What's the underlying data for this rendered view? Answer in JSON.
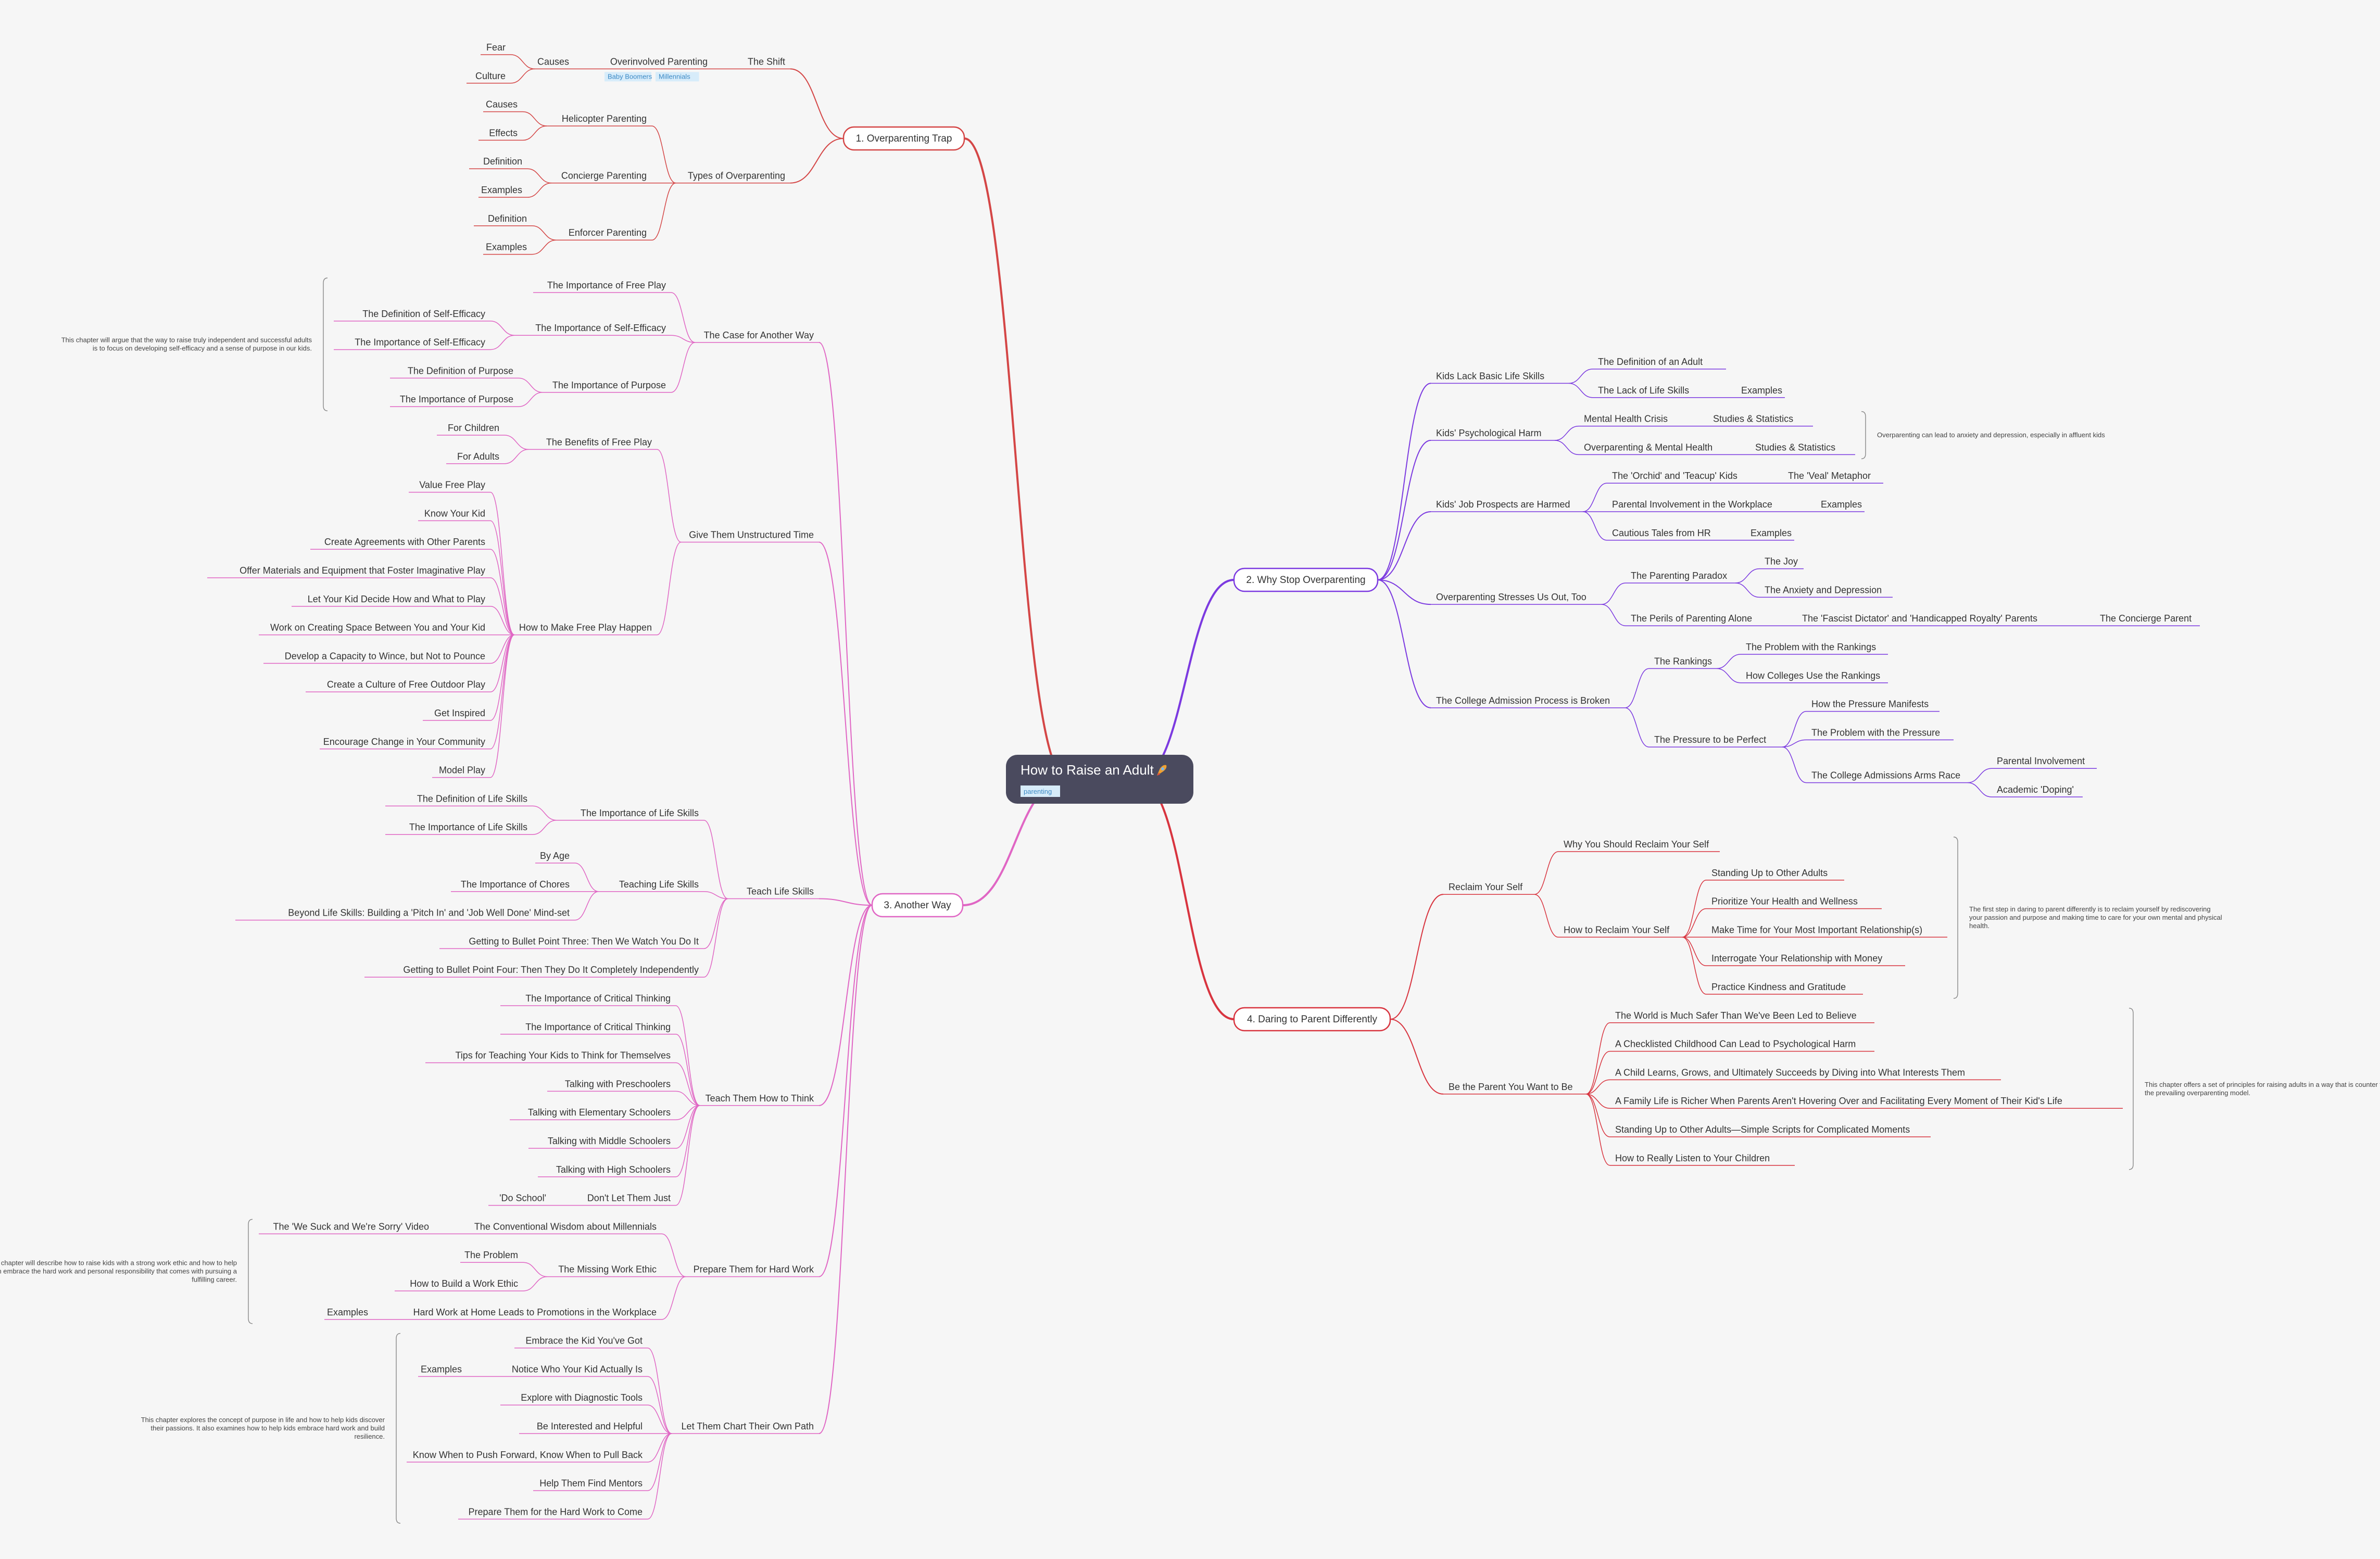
{
  "root": {
    "title": "How to Raise an Adult",
    "icon": "rocket-icon",
    "tag": "parenting"
  },
  "colors": {
    "background": "#f6f6f6",
    "root": "#4a4a5e",
    "branch1": "#d44646",
    "branch2": "#7c3ae0",
    "branch3": "#e066c4",
    "branch4": "#d8343f"
  },
  "branches": [
    {
      "label": "1. Overparenting Trap",
      "children": [
        {
          "label": "The Shift",
          "children": [
            {
              "label": "Overinvolved Parenting",
              "tags": [
                "Baby Boomers",
                "Millennials"
              ],
              "children": [
                {
                  "label": "Causes",
                  "children": [
                    {
                      "label": "Fear"
                    },
                    {
                      "label": "Culture"
                    }
                  ]
                }
              ]
            }
          ]
        },
        {
          "label": "Types of Overparenting",
          "children": [
            {
              "label": "Helicopter Parenting",
              "children": [
                {
                  "label": "Causes"
                },
                {
                  "label": "Effects"
                }
              ]
            },
            {
              "label": "Concierge Parenting",
              "children": [
                {
                  "label": "Definition"
                },
                {
                  "label": "Examples"
                }
              ]
            },
            {
              "label": "Enforcer Parenting",
              "children": [
                {
                  "label": "Definition"
                },
                {
                  "label": "Examples"
                }
              ]
            }
          ]
        }
      ]
    },
    {
      "label": "2. Why Stop Overparenting",
      "children": [
        {
          "label": "Kids Lack Basic Life Skills",
          "children": [
            {
              "label": "The Definition of an Adult"
            },
            {
              "label": "The Lack of Life Skills",
              "children": [
                {
                  "label": "Examples"
                }
              ]
            }
          ]
        },
        {
          "label": "Kids' Psychological Harm",
          "note": "Overparenting can lead to anxiety and depression, especially in affluent kids",
          "children": [
            {
              "label": "Mental Health Crisis",
              "children": [
                {
                  "label": "Studies & Statistics"
                }
              ]
            },
            {
              "label": "Overparenting & Mental Health",
              "children": [
                {
                  "label": "Studies & Statistics"
                }
              ]
            }
          ]
        },
        {
          "label": "Kids' Job Prospects are Harmed",
          "children": [
            {
              "label": "The 'Orchid' and 'Teacup' Kids",
              "children": [
                {
                  "label": "The 'Veal' Metaphor"
                }
              ]
            },
            {
              "label": "Parental Involvement in the Workplace",
              "children": [
                {
                  "label": "Examples"
                }
              ]
            },
            {
              "label": "Cautious Tales from HR",
              "children": [
                {
                  "label": "Examples"
                }
              ]
            }
          ]
        },
        {
          "label": "Overparenting Stresses Us Out, Too",
          "children": [
            {
              "label": "The Parenting Paradox",
              "children": [
                {
                  "label": "The Joy"
                },
                {
                  "label": "The Anxiety and Depression"
                }
              ]
            },
            {
              "label": "The Perils of Parenting Alone",
              "children": [
                {
                  "label": "The 'Fascist Dictator' and 'Handicapped Royalty' Parents",
                  "children": [
                    {
                      "label": "The Concierge Parent"
                    }
                  ]
                }
              ]
            }
          ]
        },
        {
          "label": "The College Admission Process is Broken",
          "children": [
            {
              "label": "The Rankings",
              "children": [
                {
                  "label": "The Problem with the Rankings"
                },
                {
                  "label": "How Colleges Use the Rankings"
                }
              ]
            },
            {
              "label": "The Pressure to be Perfect",
              "children": [
                {
                  "label": "How the Pressure Manifests"
                },
                {
                  "label": "The Problem with the Pressure"
                },
                {
                  "label": "The College Admissions Arms Race",
                  "children": [
                    {
                      "label": "Parental Involvement"
                    },
                    {
                      "label": "Academic 'Doping'"
                    }
                  ]
                }
              ]
            }
          ]
        }
      ]
    },
    {
      "label": "3. Another Way",
      "children": [
        {
          "label": "The Case for Another Way",
          "note": "This chapter will argue that the way to raise truly independent and successful adults is to focus on developing self-efficacy and a sense of purpose in our kids.",
          "children": [
            {
              "label": "The Importance of Free Play"
            },
            {
              "label": "The Importance of Self-Efficacy",
              "children": [
                {
                  "label": "The Definition of Self-Efficacy"
                },
                {
                  "label": "The Importance of Self-Efficacy"
                }
              ]
            },
            {
              "label": "The Importance of Purpose",
              "children": [
                {
                  "label": "The Definition of Purpose"
                },
                {
                  "label": "The Importance of Purpose"
                }
              ]
            }
          ]
        },
        {
          "label": "Give Them Unstructured Time",
          "children": [
            {
              "label": "The Benefits of Free Play",
              "children": [
                {
                  "label": "For Children"
                },
                {
                  "label": "For Adults"
                }
              ]
            },
            {
              "label": "How to Make Free Play Happen",
              "children": [
                {
                  "label": "Value Free Play"
                },
                {
                  "label": "Know Your Kid"
                },
                {
                  "label": "Create Agreements with Other Parents"
                },
                {
                  "label": "Offer Materials and Equipment that Foster Imaginative Play"
                },
                {
                  "label": "Let Your Kid Decide How and What to Play"
                },
                {
                  "label": "Work on Creating Space Between You and Your Kid"
                },
                {
                  "label": "Develop a Capacity to Wince, but Not to Pounce"
                },
                {
                  "label": "Create a Culture of Free Outdoor Play"
                },
                {
                  "label": "Get Inspired"
                },
                {
                  "label": "Encourage Change in Your Community"
                },
                {
                  "label": "Model Play"
                }
              ]
            }
          ]
        },
        {
          "label": "Teach Life Skills",
          "children": [
            {
              "label": "The Importance of Life Skills",
              "children": [
                {
                  "label": "The Definition of Life Skills"
                },
                {
                  "label": "The Importance of Life Skills"
                }
              ]
            },
            {
              "label": "Teaching Life Skills",
              "children": [
                {
                  "label": "By Age"
                },
                {
                  "label": "The Importance of Chores"
                },
                {
                  "label": "Beyond Life Skills: Building a 'Pitch In' and 'Job Well Done' Mind-set"
                }
              ]
            },
            {
              "label": "Getting to Bullet Point Three: Then We Watch You Do It"
            },
            {
              "label": "Getting to Bullet Point Four: Then They Do It Completely Independently"
            }
          ]
        },
        {
          "label": "Teach Them How to Think",
          "children": [
            {
              "label": "The Importance of Critical Thinking"
            },
            {
              "label": "The Importance of Critical Thinking"
            },
            {
              "label": "Tips for Teaching Your Kids to Think for Themselves"
            },
            {
              "label": "Talking with Preschoolers"
            },
            {
              "label": "Talking with Elementary Schoolers"
            },
            {
              "label": "Talking with Middle Schoolers"
            },
            {
              "label": "Talking with High Schoolers"
            },
            {
              "label": "Don't Let Them Just",
              "children": [
                {
                  "label": "'Do School'"
                }
              ]
            }
          ]
        },
        {
          "label": "Prepare Them for Hard Work",
          "note": "This chapter will describe how to raise kids with a strong work ethic and how to help them embrace the hard work and personal responsibility that comes with pursuing a fulfilling career.",
          "children": [
            {
              "label": "The Conventional Wisdom about Millennials",
              "children": [
                {
                  "label": "The 'We Suck and We're Sorry' Video"
                }
              ]
            },
            {
              "label": "The Missing Work Ethic",
              "children": [
                {
                  "label": "The Problem"
                },
                {
                  "label": "How to Build a Work Ethic"
                }
              ]
            },
            {
              "label": "Hard Work at Home Leads to Promotions in the Workplace",
              "children": [
                {
                  "label": "Examples"
                }
              ]
            }
          ]
        },
        {
          "label": "Let Them Chart Their Own Path",
          "note": "This chapter explores the concept of purpose in life and how to help kids discover their passions. It also examines how to help kids embrace hard work and build resilience.",
          "children": [
            {
              "label": "Embrace the Kid You've Got"
            },
            {
              "label": "Notice Who Your Kid Actually Is",
              "children": [
                {
                  "label": "Examples"
                }
              ]
            },
            {
              "label": "Explore with Diagnostic Tools"
            },
            {
              "label": "Be Interested and Helpful"
            },
            {
              "label": "Know When to Push Forward, Know When to Pull Back"
            },
            {
              "label": "Help Them Find Mentors"
            },
            {
              "label": "Prepare Them for the Hard Work to Come"
            }
          ]
        }
      ]
    },
    {
      "label": "4. Daring to Parent Differently",
      "children": [
        {
          "label": "Reclaim Your Self",
          "note": "The first step in daring to parent differently is to reclaim yourself by rediscovering your passion and purpose and making time to care for your own mental and physical health.",
          "children": [
            {
              "label": "Why You Should Reclaim Your Self"
            },
            {
              "label": "How to Reclaim Your Self",
              "children": [
                {
                  "label": "Standing Up to Other Adults"
                },
                {
                  "label": "Prioritize Your Health and Wellness"
                },
                {
                  "label": "Make Time for Your Most Important Relationship(s)"
                },
                {
                  "label": "Interrogate Your Relationship with Money"
                },
                {
                  "label": "Practice Kindness and Gratitude"
                }
              ]
            }
          ]
        },
        {
          "label": "Be the Parent You Want to Be",
          "note": "This chapter offers a set of principles for raising adults in a way that is counter to the prevailing overparenting model.",
          "children": [
            {
              "label": "The World is Much Safer Than We've Been Led to Believe"
            },
            {
              "label": "A Checklisted Childhood Can Lead to Psychological Harm"
            },
            {
              "label": "A Child Learns, Grows, and Ultimately Succeeds by Diving into What Interests Them"
            },
            {
              "label": "A Family Life is Richer When Parents Aren't Hovering Over and Facilitating Every Moment of Their Kid's Life"
            },
            {
              "label": "Standing Up to Other Adults—Simple Scripts for Complicated Moments"
            },
            {
              "label": "How to Really Listen to Your Children"
            }
          ]
        }
      ]
    }
  ]
}
